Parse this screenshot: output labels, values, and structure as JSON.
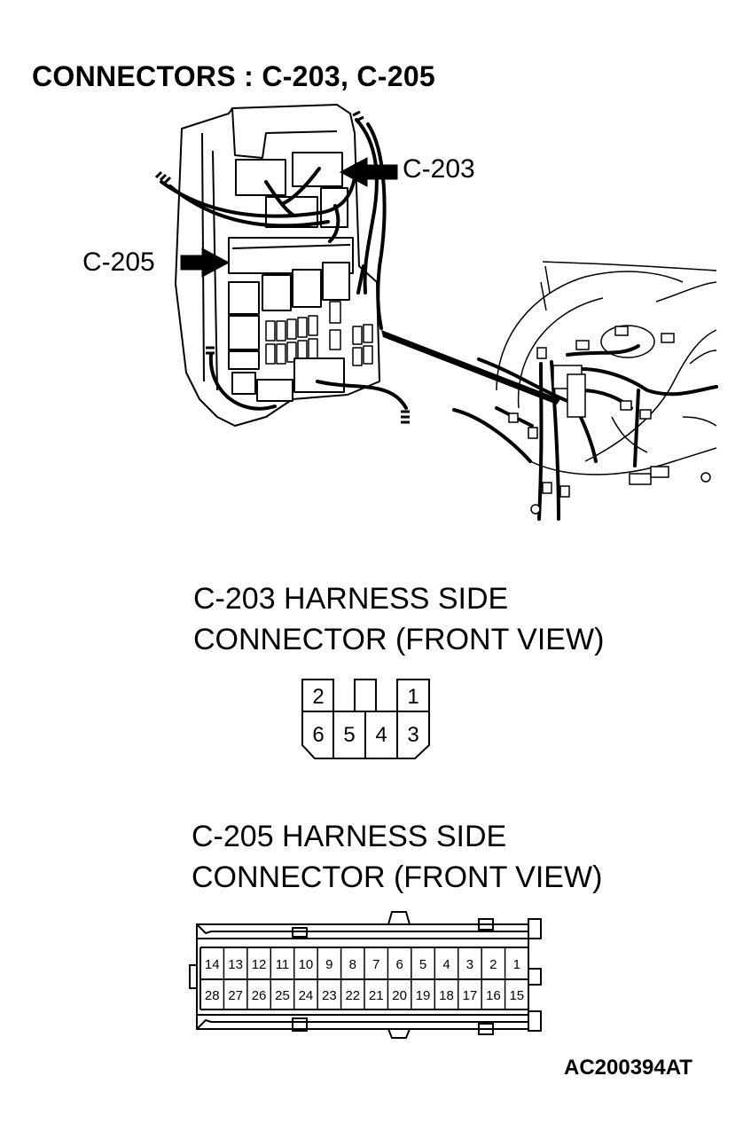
{
  "title": "CONNECTORS : C-203, C-205",
  "callouts": {
    "c203": "C-203",
    "c205": "C-205"
  },
  "c203_section": {
    "heading_line1": "C-203 HARNESS SIDE",
    "heading_line2": "CONNECTOR (FRONT VIEW)",
    "pins_top": [
      "2",
      "1"
    ],
    "pins_bottom": [
      "6",
      "5",
      "4",
      "3"
    ]
  },
  "c205_section": {
    "heading_line1": "C-205 HARNESS SIDE",
    "heading_line2": "CONNECTOR (FRONT VIEW)",
    "pins_top": [
      "14",
      "13",
      "12",
      "11",
      "10",
      "9",
      "8",
      "7",
      "6",
      "5",
      "4",
      "3",
      "2",
      "1"
    ],
    "pins_bottom": [
      "28",
      "27",
      "26",
      "25",
      "24",
      "23",
      "22",
      "21",
      "20",
      "19",
      "18",
      "17",
      "16",
      "15"
    ]
  },
  "reference_code": "AC200394AT"
}
